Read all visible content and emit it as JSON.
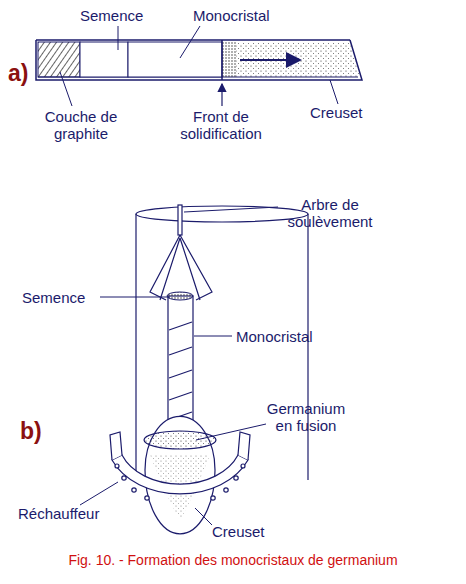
{
  "diagram": {
    "caption": "Fig. 10. - Formation des monocristaux de germanium",
    "labels": [
      "Semence",
      "Monocristal",
      "a)",
      "Couche de graphite",
      "Front de solidification",
      "Creuset",
      "Arbre de soulèvement",
      "Semence",
      "Monocristal",
      "b)",
      "Germanium en fusion",
      "Réchauffeur",
      "Creuset"
    ]
  }
}
